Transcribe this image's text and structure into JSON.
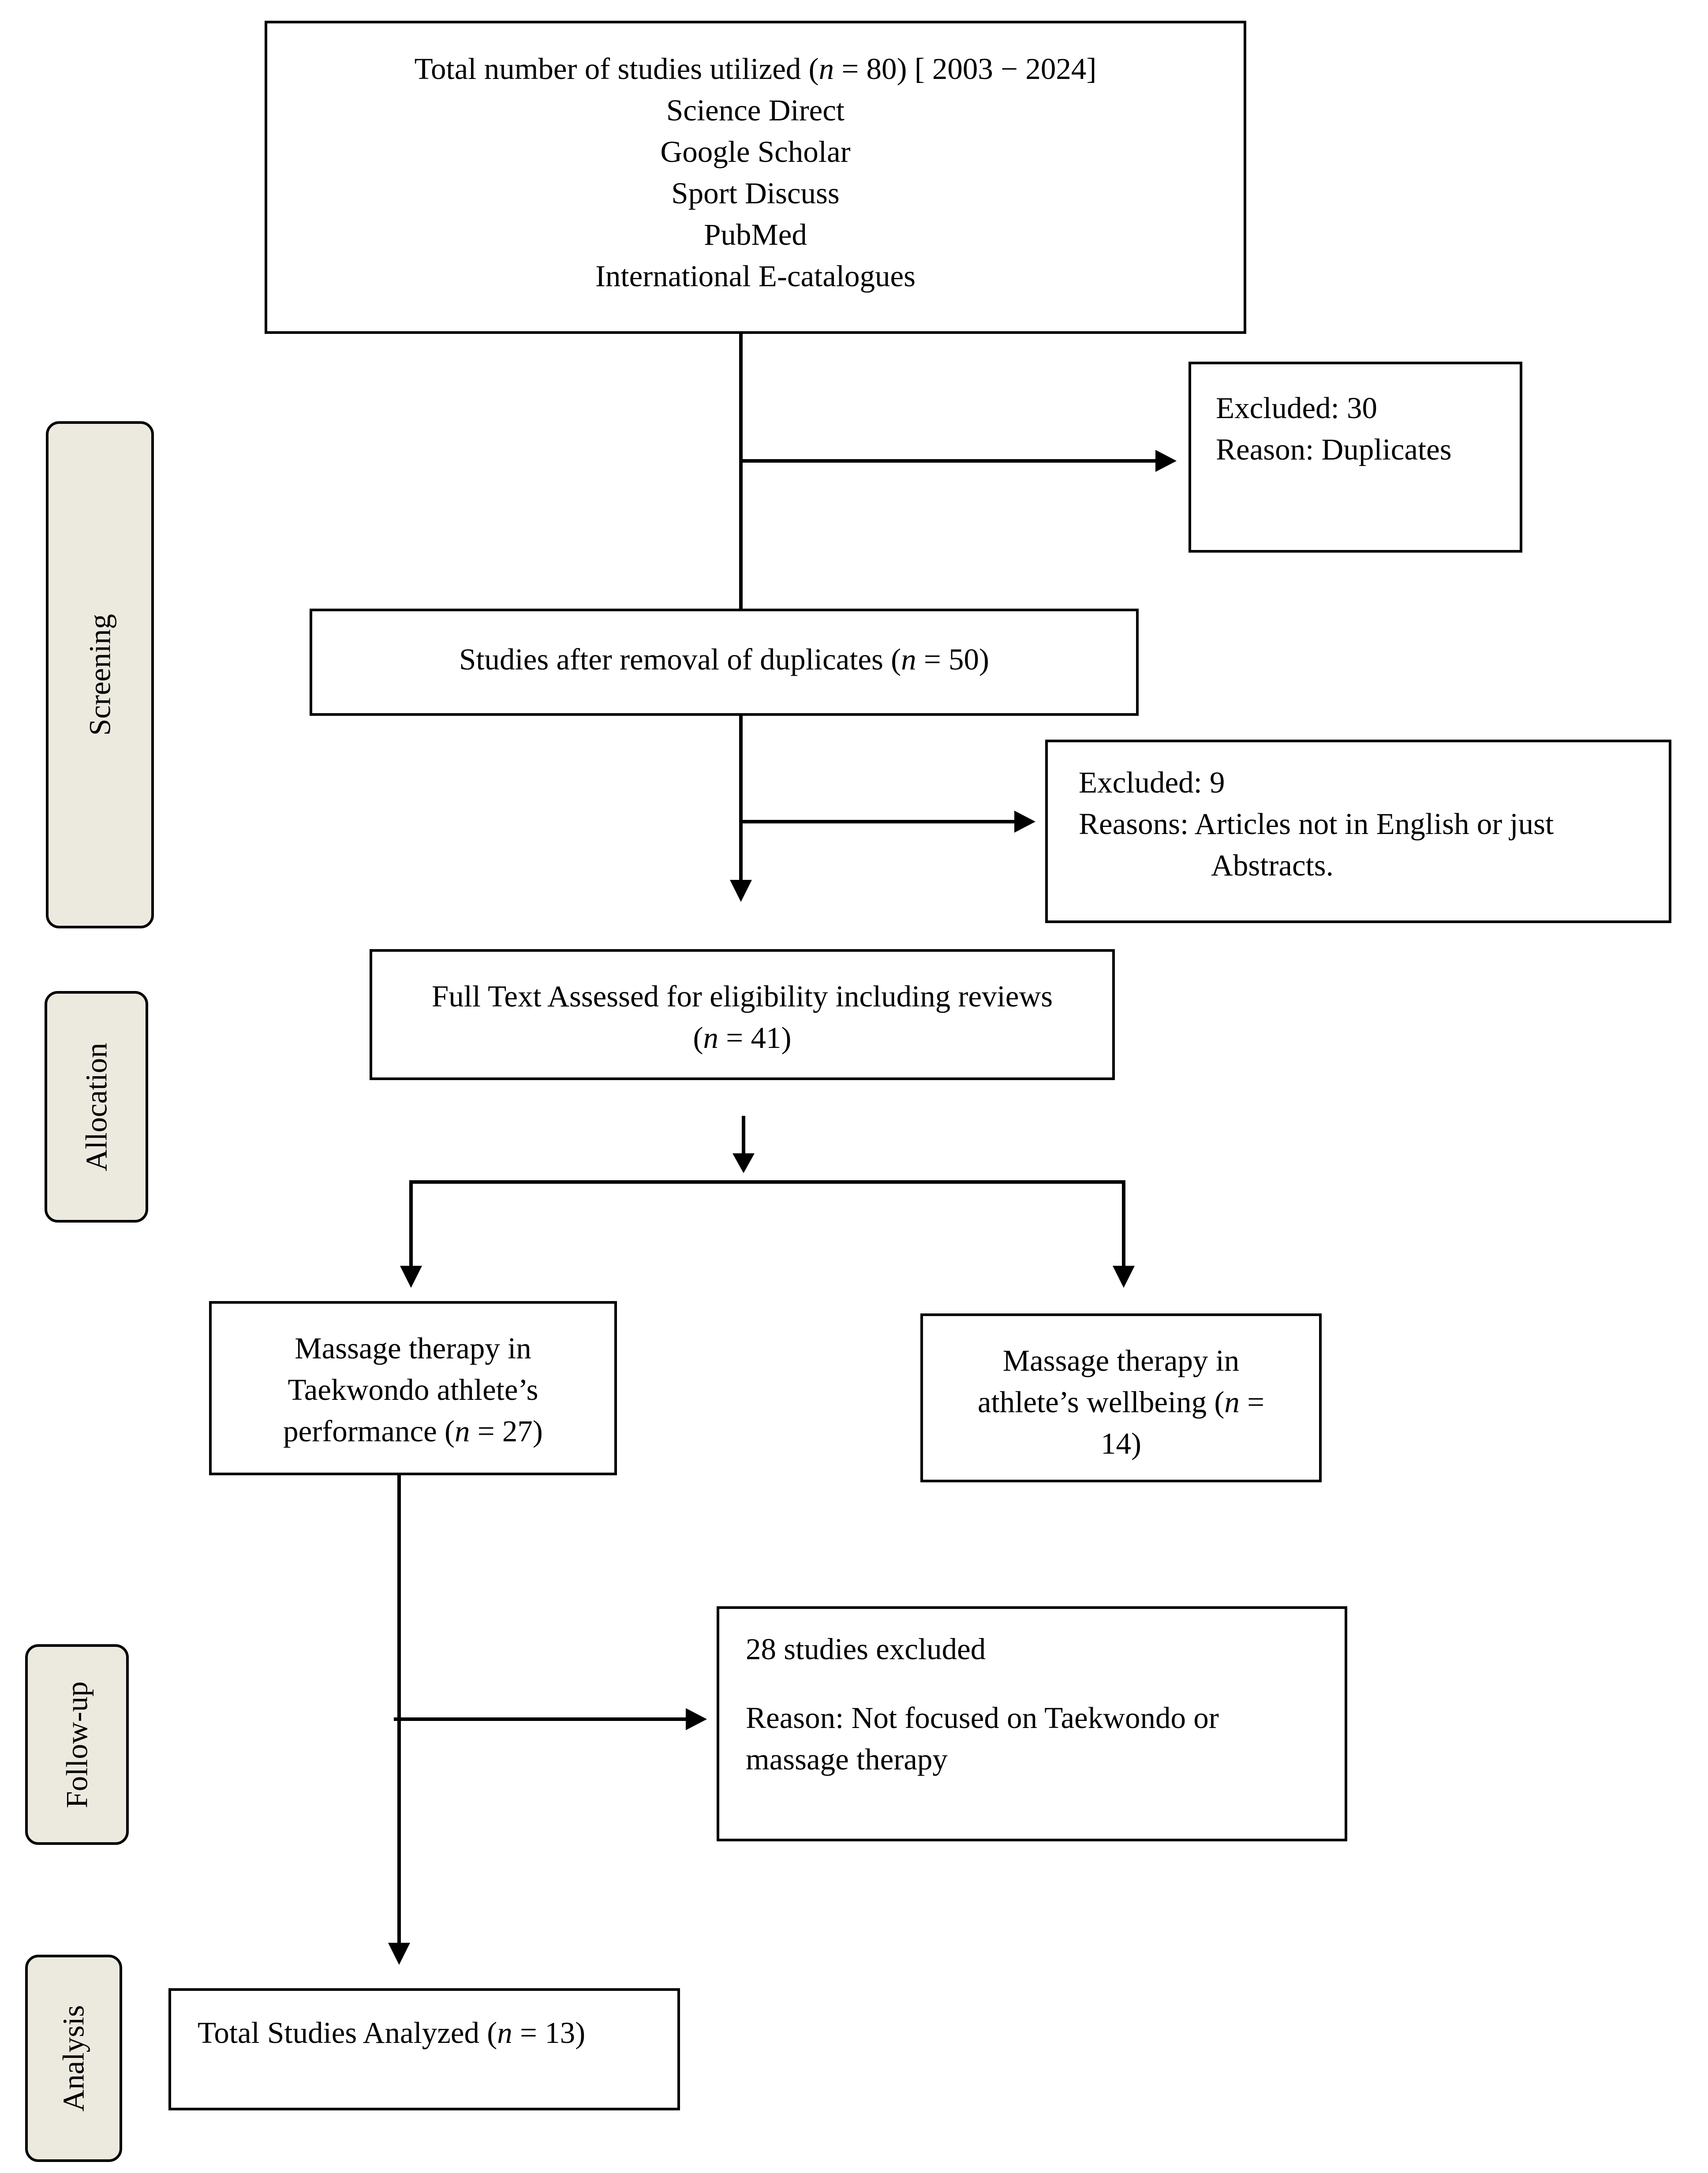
{
  "stages": {
    "screening": "Screening",
    "allocation": "Allocation",
    "follow_up": "Follow-up",
    "analysis": "Analysis"
  },
  "identification": {
    "line1_prefix": "Total number of studies utilized (",
    "n_symbol": "n",
    "line1_suffix": " = 80) [ 2003 − 2024]",
    "sources": [
      "Science Direct",
      "Google Scholar",
      "Sport Discuss",
      "PubMed",
      "International E-catalogues"
    ]
  },
  "excluded_duplicates": {
    "line1": "Excluded: 30",
    "line2": "Reason: Duplicates"
  },
  "after_duplicates": {
    "prefix": "Studies after removal of duplicates (",
    "n_symbol": "n",
    "suffix": " = 50)"
  },
  "excluded_language": {
    "line1": "Excluded: 9",
    "line2": "Reasons: Articles not in English or just",
    "line3": "Abstracts."
  },
  "full_text": {
    "line1": "Full Text Assessed for eligibility including reviews",
    "prefix": "(",
    "n_symbol": "n",
    "suffix": " = 41)"
  },
  "performance": {
    "line1": "Massage therapy in",
    "line2": "Taekwondo athlete’s",
    "prefix": "performance (",
    "n_symbol": "n",
    "suffix": " = 27)"
  },
  "wellbeing": {
    "line1": "Massage therapy in",
    "prefix": "athlete’s wellbeing (",
    "n_symbol": "n",
    "suffix": " =",
    "line3": "14)"
  },
  "excluded_focus": {
    "line1": "28 studies excluded",
    "line2": "Reason: Not focused on Taekwondo or",
    "line3": "massage therapy"
  },
  "analyzed": {
    "prefix": "Total Studies Analyzed (",
    "n_symbol": "n",
    "suffix": " = 13)"
  }
}
